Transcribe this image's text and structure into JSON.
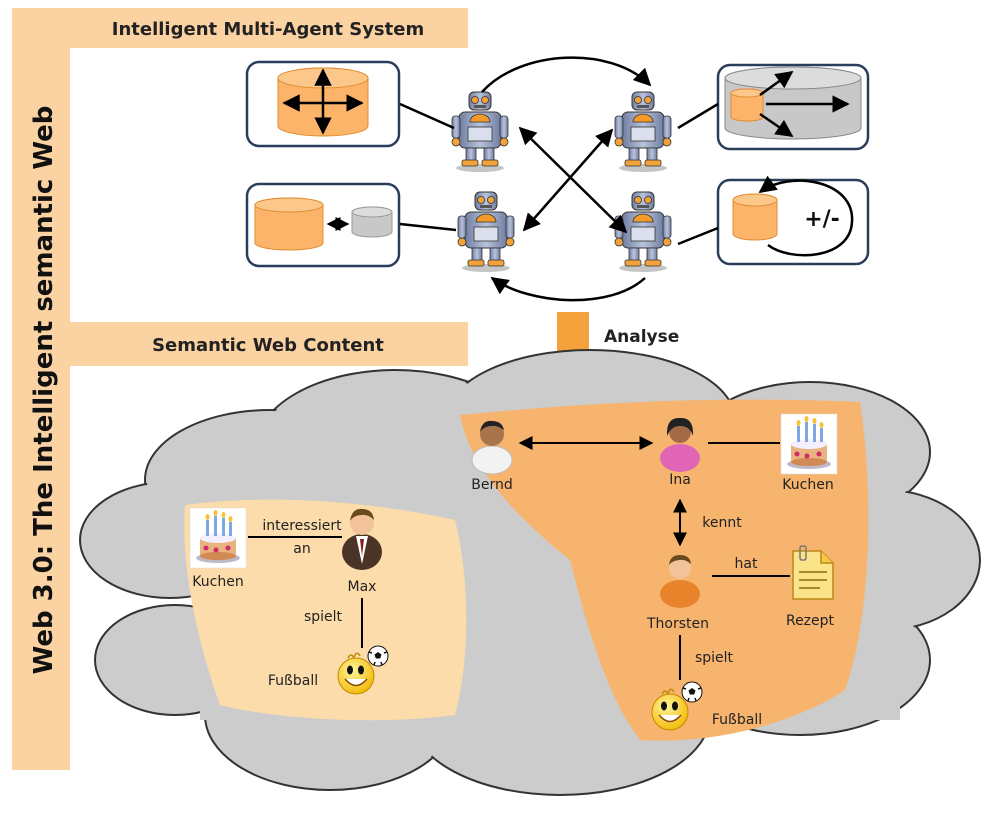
{
  "header": {
    "side_title": "Web 3.0: The Intelligent semantic Web",
    "mas_title": "Intelligent Multi-Agent System",
    "content_title": "Semantic Web Content",
    "analyse_label": "Analyse"
  },
  "agents": {
    "sync_symbol": "+/-"
  },
  "left_graph": {
    "kuchen": "Kuchen",
    "interessiert_an_line1": "interessiert",
    "interessiert_an_line2": "an",
    "max": "Max",
    "spielt": "spielt",
    "fussball": "Fußball"
  },
  "right_graph": {
    "bernd": "Bernd",
    "ina": "Ina",
    "kuchen": "Kuchen",
    "kennt": "kennt",
    "thorsten": "Thorsten",
    "hat": "hat",
    "rezept": "Rezept",
    "spielt": "spielt",
    "fussball": "Fußball"
  },
  "colors": {
    "band": "#fbd2a2",
    "orange_region": "#f7b46e",
    "light_orange_region": "#fcdcaa",
    "cloud": "#cccccc",
    "cylinder": "#fbb46a",
    "arrow": "#f4a23c",
    "panel_border": "#2a3d5a"
  }
}
